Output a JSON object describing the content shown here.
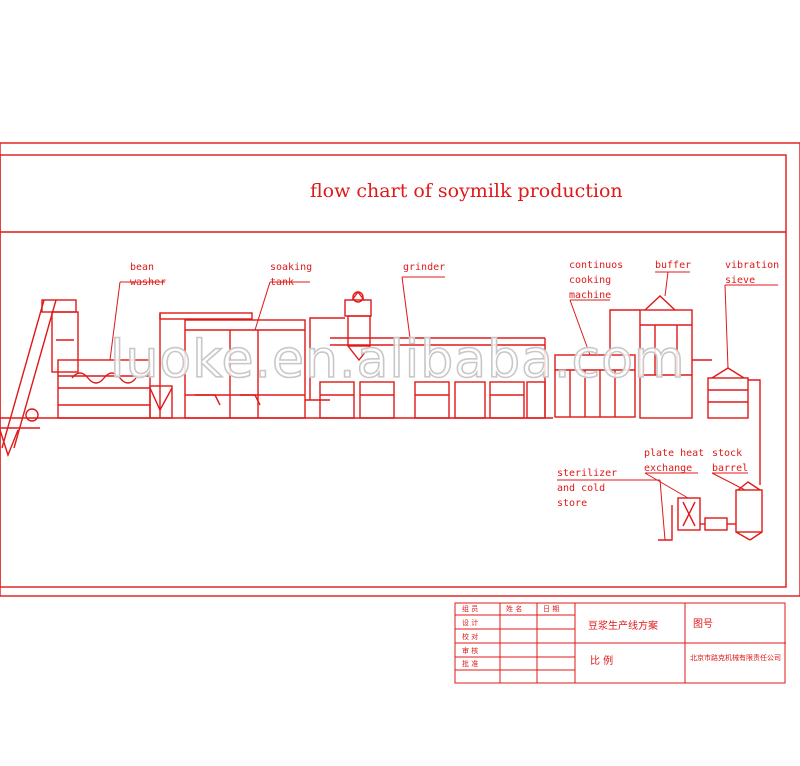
{
  "diagram": {
    "title": "flow chart of soymilk production",
    "watermark": "luoke.en.alibaba.com",
    "colors": {
      "line": "#e01818",
      "background": "#ffffff",
      "watermark_outline": "#c8c8c8"
    },
    "labels": {
      "bean_washer": [
        "bean",
        "washer"
      ],
      "soaking_tank": [
        "soaking",
        "tank"
      ],
      "grinder": [
        "grinder"
      ],
      "continuous_cooking": [
        "continuos",
        "cooking",
        "machine"
      ],
      "buffer": [
        "buffer"
      ],
      "vibration_sieve": [
        "vibration",
        "sieve"
      ],
      "plate_heat_exchange": [
        "plate heat",
        "exchange"
      ],
      "stock_barrel": [
        "stock",
        "barrel"
      ],
      "sterilizer": [
        "sterilizer",
        "and cold",
        "store"
      ]
    }
  },
  "title_block": {
    "roles": [
      "组 员",
      "设 计",
      "校 对",
      "审 核",
      "批 准"
    ],
    "col_headers": [
      "姓 名",
      "日 期"
    ],
    "project_name": "豆浆生产线方案",
    "drawing_no_label": "图号",
    "scale_label": "比   例",
    "company": "北京市路克机械有限责任公司"
  }
}
